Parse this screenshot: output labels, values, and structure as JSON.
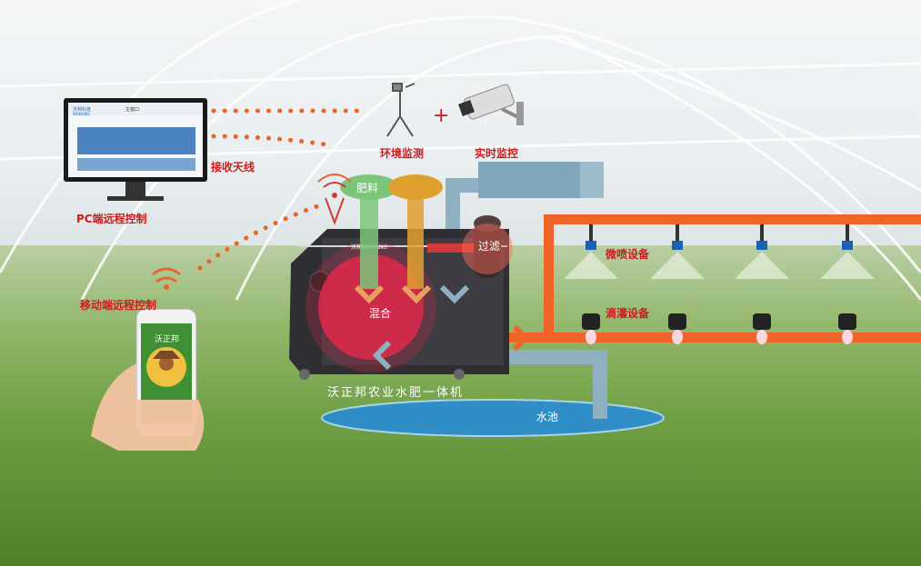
{
  "labels": {
    "pc_control": "PC端远程控制",
    "antenna": "接收天线",
    "env_monitor": "环境监测",
    "realtime_monitor": "实时监控",
    "plus_sign": "+",
    "fertilizer": "肥料",
    "filter": "过滤",
    "mix": "混合",
    "micro_spray": "微喷设备",
    "drip": "滴灌设备",
    "mobile_control": "移动端远程控制",
    "machine_name": "沃正邦农业水肥一体机",
    "pool": "水池"
  },
  "pc_screen": {
    "logo": "沃邦科技",
    "logo_sub": "WOBANG",
    "window_title": "主窗口"
  },
  "phone": {
    "app_title": "沃正邦"
  },
  "machine_brand": "沃邦WOBANG",
  "colors": {
    "label_red": "#c8201e",
    "dotted_orange": "#e8662c",
    "pipe_orange": "#f0642a",
    "pipe_blue": "#8fb0c0",
    "fert_green": "#7bc67b",
    "fert_yellow": "#e0a030",
    "mix_red": "#e0284a",
    "pool_blue": "#2e8ec5"
  }
}
